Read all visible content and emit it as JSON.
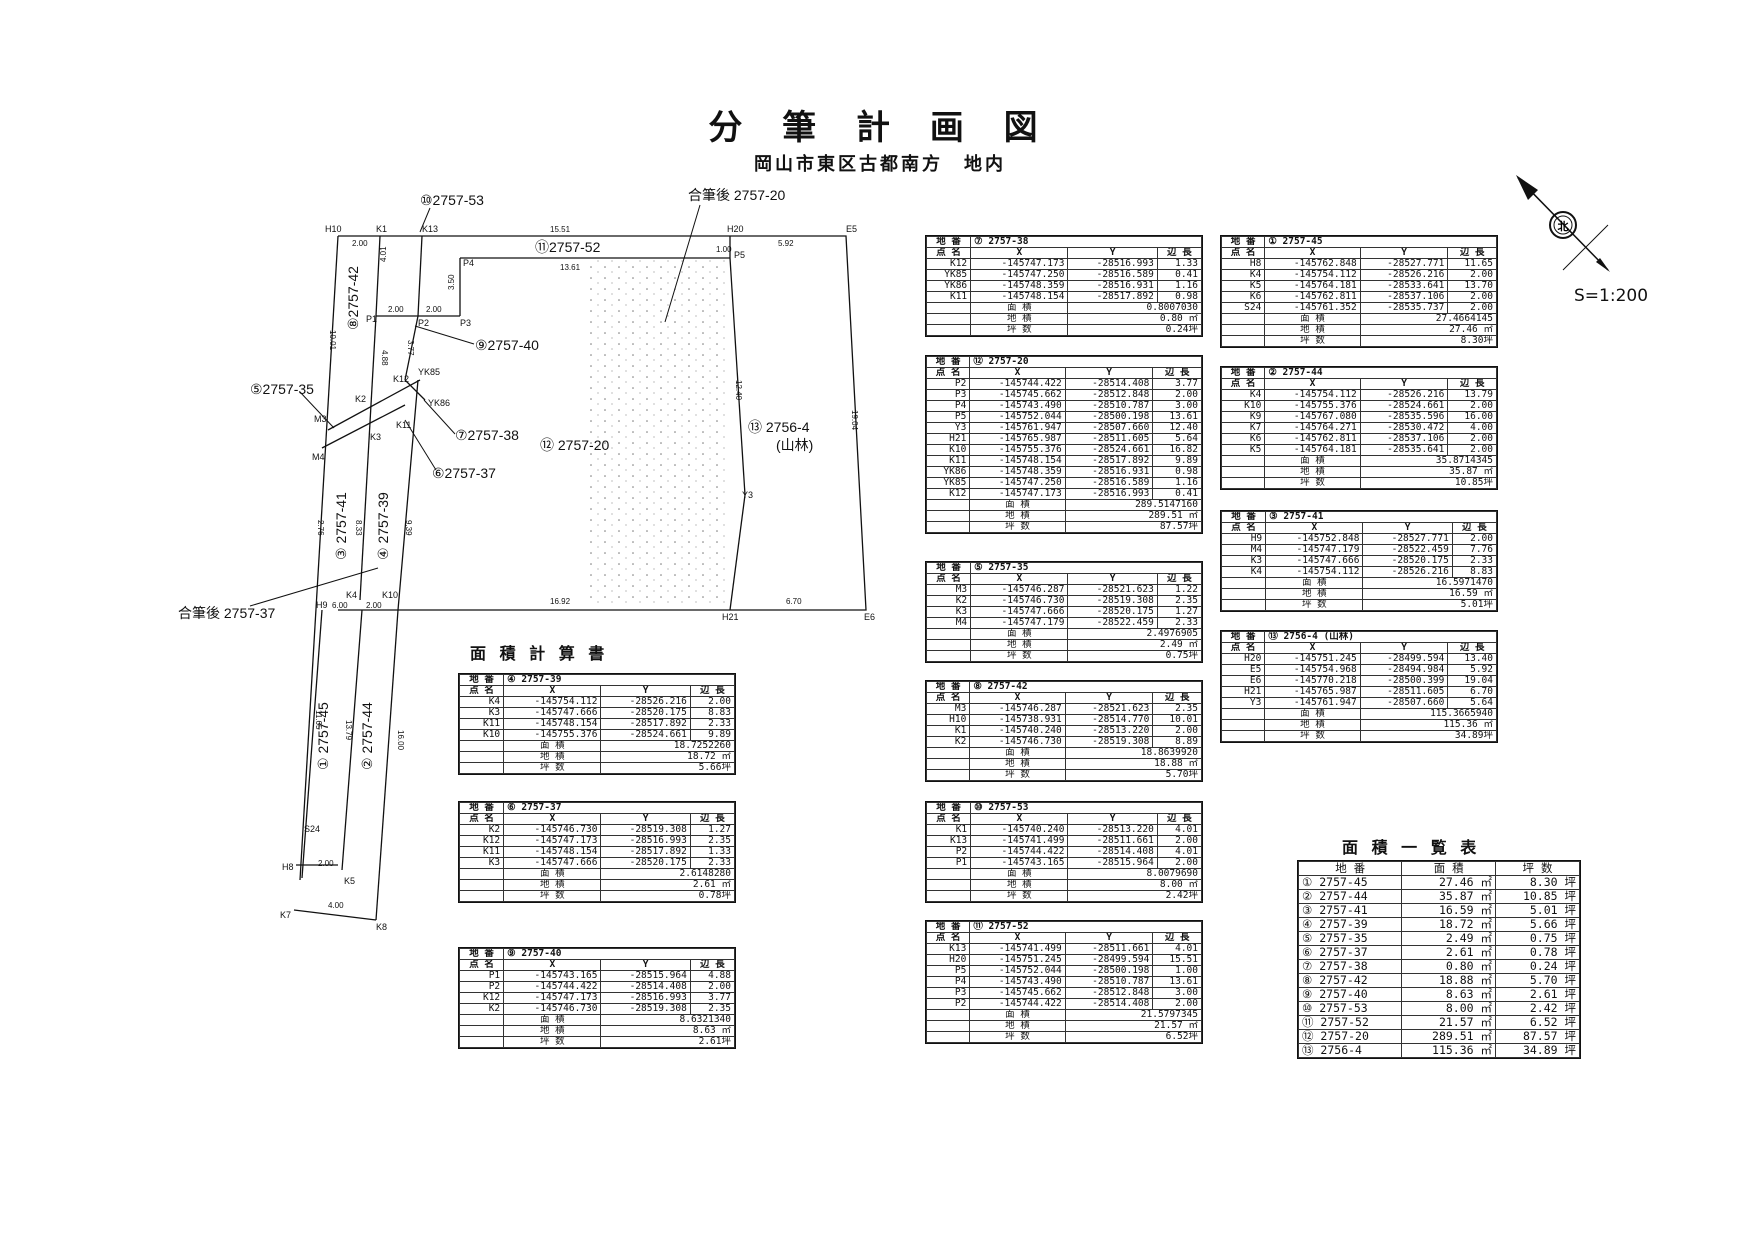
{
  "title": "分 筆 計 画 図",
  "subtitle": "岡山市東区古都南方　地内",
  "scale": "S=1:200",
  "compass_label": "北",
  "plan_labels": {
    "merge_2757_20": "合筆後 2757-20",
    "merge_2757_37": "合筆後 2757-37",
    "p10": "⑩2757-53",
    "p11": "⑪2757-52",
    "p9": "⑨2757-40",
    "p8": "⑧2757-42",
    "p5": "⑤2757-35",
    "p7": "⑦2757-38",
    "p6": "⑥2757-37",
    "p12": "⑫ 2757-20",
    "p13": "⑬ 2756-4",
    "p13b": "(山林)",
    "p3": "③ 2757-41",
    "p4": "④ 2757-39",
    "p1": "① 2757-45",
    "p2": "② 2757-44",
    "pt_H10": "H10",
    "pt_K1a": "K1",
    "pt_K13": "K13",
    "pt_H20": "H20",
    "pt_E5": "E5",
    "pt_P4": "P4",
    "pt_P5": "P5",
    "pt_P1": "P1",
    "pt_P2": "P2",
    "pt_P3": "P3",
    "pt_YK85": "YK85",
    "pt_YK86": "YK86",
    "pt_K12": "K12",
    "pt_K2": "K2",
    "pt_M3": "M3",
    "pt_M4": "M4",
    "pt_K11": "K11",
    "pt_K3": "K3",
    "pt_Y3": "Y3",
    "pt_H9": "H9",
    "pt_K4": "K4",
    "pt_K10": "K10",
    "pt_H21": "H21",
    "pt_E6": "E6",
    "pt_S24": "S24",
    "pt_K5": "K5",
    "pt_H8": "H8",
    "pt_K7": "K7",
    "pt_K8": "K8",
    "d_1551": "15.51",
    "d_592": "5.92",
    "d_200a": "2.00",
    "d_200b": "2.00",
    "d_1001": "10.01",
    "d_401": "4.01",
    "d_350": "3.50",
    "d_1361": "13.61",
    "d_100": "1.00",
    "d_1240": "12.40",
    "d_1904": "19.04",
    "d_488": "4.88",
    "d_377": "3.77",
    "d_1692": "16.92",
    "d_670": "6.70",
    "d_600": "6.00",
    "d_276": "2.76",
    "d_833": "8.33",
    "d_939": "9.39",
    "d_1165": "11.65",
    "d_1379": "13.79",
    "d_1600": "16.00",
    "d_200c": "2.00",
    "d_400": "4.00",
    "d_200d": "2.00",
    "d_200e": "2.00"
  },
  "calc_heading": "面 積 計 算 書",
  "col_headers": {
    "name": "点 名",
    "x": "X",
    "y": "Y",
    "side": "辺 長",
    "menseki": "面 積",
    "chiseki": "地 積",
    "tsubo": "坪 数",
    "chiban": "地 番"
  },
  "tables": [
    {
      "id": "t39",
      "lot": "④ 2757-39",
      "rows": [
        [
          "K4",
          "-145754.112",
          "-28526.216",
          "2.00"
        ],
        [
          "K3",
          "-145747.666",
          "-28520.175",
          "8.83"
        ],
        [
          "K11",
          "-145748.154",
          "-28517.892",
          "2.33"
        ],
        [
          "K10",
          "-145755.376",
          "-28524.661",
          "9.89"
        ]
      ],
      "area": "18.7252260",
      "chiseki": "18.72 ㎡",
      "tsubo": "5.66坪"
    },
    {
      "id": "t37",
      "lot": "⑥ 2757-37",
      "rows": [
        [
          "K2",
          "-145746.730",
          "-28519.308",
          "1.27"
        ],
        [
          "K12",
          "-145747.173",
          "-28516.993",
          "2.35"
        ],
        [
          "K11",
          "-145748.154",
          "-28517.892",
          "1.33"
        ],
        [
          "K3",
          "-145747.666",
          "-28520.175",
          "2.33"
        ]
      ],
      "area": "2.6148280",
      "chiseki": "2.61 ㎡",
      "tsubo": "0.78坪"
    },
    {
      "id": "t40",
      "lot": "⑨ 2757-40",
      "rows": [
        [
          "P1",
          "-145743.165",
          "-28515.964",
          "4.88"
        ],
        [
          "P2",
          "-145744.422",
          "-28514.408",
          "2.00"
        ],
        [
          "K12",
          "-145747.173",
          "-28516.993",
          "3.77"
        ],
        [
          "K2",
          "-145746.730",
          "-28519.308",
          "2.35"
        ]
      ],
      "area": "8.6321340",
      "chiseki": "8.63 ㎡",
      "tsubo": "2.61坪"
    },
    {
      "id": "t38",
      "lot": "⑦ 2757-38",
      "rows": [
        [
          "K12",
          "-145747.173",
          "-28516.993",
          "1.33"
        ],
        [
          "YK85",
          "-145747.250",
          "-28516.589",
          "0.41"
        ],
        [
          "YK86",
          "-145748.359",
          "-28516.931",
          "1.16"
        ],
        [
          "K11",
          "-145748.154",
          "-28517.892",
          "0.98"
        ]
      ],
      "area": "0.8007030",
      "chiseki": "0.80 ㎡",
      "tsubo": "0.24坪"
    },
    {
      "id": "t20",
      "lot": "⑫ 2757-20",
      "rows": [
        [
          "P2",
          "-145744.422",
          "-28514.408",
          "3.77"
        ],
        [
          "P3",
          "-145745.662",
          "-28512.848",
          "2.00"
        ],
        [
          "P4",
          "-145743.490",
          "-28510.787",
          "3.00"
        ],
        [
          "P5",
          "-145752.044",
          "-28500.198",
          "13.61"
        ],
        [
          "Y3",
          "-145761.947",
          "-28507.660",
          "12.40"
        ],
        [
          "H21",
          "-145765.987",
          "-28511.605",
          "5.64"
        ],
        [
          "K10",
          "-145755.376",
          "-28524.661",
          "16.82"
        ],
        [
          "K11",
          "-145748.154",
          "-28517.892",
          "9.89"
        ],
        [
          "YK86",
          "-145748.359",
          "-28516.931",
          "0.98"
        ],
        [
          "YK85",
          "-145747.250",
          "-28516.589",
          "1.16"
        ],
        [
          "K12",
          "-145747.173",
          "-28516.993",
          "0.41"
        ]
      ],
      "area": "289.5147160",
      "chiseki": "289.51 ㎡",
      "tsubo": "87.57坪"
    },
    {
      "id": "t35",
      "lot": "⑤ 2757-35",
      "rows": [
        [
          "M3",
          "-145746.287",
          "-28521.623",
          "1.22"
        ],
        [
          "K2",
          "-145746.730",
          "-28519.308",
          "2.35"
        ],
        [
          "K3",
          "-145747.666",
          "-28520.175",
          "1.27"
        ],
        [
          "M4",
          "-145747.179",
          "-28522.459",
          "2.33"
        ]
      ],
      "area": "2.4976905",
      "chiseki": "2.49 ㎡",
      "tsubo": "0.75坪"
    },
    {
      "id": "t42",
      "lot": "⑧ 2757-42",
      "rows": [
        [
          "M3",
          "-145746.287",
          "-28521.623",
          "2.35"
        ],
        [
          "H10",
          "-145738.931",
          "-28514.770",
          "10.01"
        ],
        [
          "K1",
          "-145740.240",
          "-28513.220",
          "2.00"
        ],
        [
          "K2",
          "-145746.730",
          "-28519.308",
          "8.89"
        ]
      ],
      "area": "18.8639920",
      "chiseki": "18.88 ㎡",
      "tsubo": "5.70坪"
    },
    {
      "id": "t53",
      "lot": "⑩ 2757-53",
      "rows": [
        [
          "K1",
          "-145740.240",
          "-28513.220",
          "4.01"
        ],
        [
          "K13",
          "-145741.499",
          "-28511.661",
          "2.00"
        ],
        [
          "P2",
          "-145744.422",
          "-28514.408",
          "4.01"
        ],
        [
          "P1",
          "-145743.165",
          "-28515.964",
          "2.00"
        ]
      ],
      "area": "8.0079690",
      "chiseki": "8.00 ㎡",
      "tsubo": "2.42坪"
    },
    {
      "id": "t52",
      "lot": "⑪ 2757-52",
      "rows": [
        [
          "K13",
          "-145741.499",
          "-28511.661",
          "4.01"
        ],
        [
          "H20",
          "-145751.245",
          "-28499.594",
          "15.51"
        ],
        [
          "P5",
          "-145752.044",
          "-28500.198",
          "1.00"
        ],
        [
          "P4",
          "-145743.490",
          "-28510.787",
          "13.61"
        ],
        [
          "P3",
          "-145745.662",
          "-28512.848",
          "3.00"
        ],
        [
          "P2",
          "-145744.422",
          "-28514.408",
          "2.00"
        ]
      ],
      "area": "21.5797345",
      "chiseki": "21.57 ㎡",
      "tsubo": "6.52坪"
    },
    {
      "id": "t45",
      "lot": "① 2757-45",
      "rows": [
        [
          "H8",
          "-145762.848",
          "-28527.771",
          "11.65"
        ],
        [
          "K4",
          "-145754.112",
          "-28526.216",
          "2.00"
        ],
        [
          "K5",
          "-145764.181",
          "-28533.641",
          "13.70"
        ],
        [
          "K6",
          "-145762.811",
          "-28537.106",
          "2.00"
        ],
        [
          "S24",
          "-145761.352",
          "-28535.737",
          "2.00"
        ]
      ],
      "area": "27.4664145",
      "chiseki": "27.46 ㎡",
      "tsubo": "8.30坪"
    },
    {
      "id": "t44",
      "lot": "② 2757-44",
      "rows": [
        [
          "K4",
          "-145754.112",
          "-28526.216",
          "13.79"
        ],
        [
          "K10",
          "-145755.376",
          "-28524.661",
          "2.00"
        ],
        [
          "K9",
          "-145767.080",
          "-28535.596",
          "16.00"
        ],
        [
          "K7",
          "-145764.271",
          "-28530.472",
          "4.00"
        ],
        [
          "K6",
          "-145762.811",
          "-28537.106",
          "2.00"
        ],
        [
          "K5",
          "-145764.181",
          "-28535.641",
          "2.00"
        ]
      ],
      "area": "35.8714345",
      "chiseki": "35.87 ㎡",
      "tsubo": "10.85坪"
    },
    {
      "id": "t41",
      "lot": "③ 2757-41",
      "rows": [
        [
          "H9",
          "-145752.848",
          "-28527.771",
          "2.00"
        ],
        [
          "M4",
          "-145747.179",
          "-28522.459",
          "7.76"
        ],
        [
          "K3",
          "-145747.666",
          "-28520.175",
          "2.33"
        ],
        [
          "K4",
          "-145754.112",
          "-28526.216",
          "8.83"
        ]
      ],
      "area": "16.5971470",
      "chiseki": "16.59 ㎡",
      "tsubo": "5.01坪"
    },
    {
      "id": "t2756",
      "lot": "⑬ 2756-4 (山林)",
      "rows": [
        [
          "H20",
          "-145751.245",
          "-28499.594",
          "13.40"
        ],
        [
          "E5",
          "-145754.968",
          "-28494.984",
          "5.92"
        ],
        [
          "E6",
          "-145770.218",
          "-28500.399",
          "19.04"
        ],
        [
          "H21",
          "-145765.987",
          "-28511.605",
          "6.70"
        ],
        [
          "Y3",
          "-145761.947",
          "-28507.660",
          "5.64"
        ]
      ],
      "area": "115.3665940",
      "chiseki": "115.36 ㎡",
      "tsubo": "34.89坪"
    }
  ],
  "summary": {
    "title": "面 積 一 覧 表",
    "headers": [
      "地 番",
      "面 積",
      "坪 数"
    ],
    "rows": [
      [
        "① 2757-45",
        "27.46 ㎡",
        "8.30 坪"
      ],
      [
        "② 2757-44",
        "35.87 ㎡",
        "10.85 坪"
      ],
      [
        "③ 2757-41",
        "16.59 ㎡",
        "5.01 坪"
      ],
      [
        "④ 2757-39",
        "18.72 ㎡",
        "5.66 坪"
      ],
      [
        "⑤ 2757-35",
        "2.49 ㎡",
        "0.75 坪"
      ],
      [
        "⑥ 2757-37",
        "2.61 ㎡",
        "0.78 坪"
      ],
      [
        "⑦ 2757-38",
        "0.80 ㎡",
        "0.24 坪"
      ],
      [
        "⑧ 2757-42",
        "18.88 ㎡",
        "5.70 坪"
      ],
      [
        "⑨ 2757-40",
        "8.63 ㎡",
        "2.61 坪"
      ],
      [
        "⑩ 2757-53",
        "8.00 ㎡",
        "2.42 坪"
      ],
      [
        "⑪ 2757-52",
        "21.57 ㎡",
        "6.52 坪"
      ],
      [
        "⑫ 2757-20",
        "289.51 ㎡",
        "87.57 坪"
      ],
      [
        "⑬ 2756-4",
        "115.36 ㎡",
        "34.89 坪"
      ]
    ]
  }
}
